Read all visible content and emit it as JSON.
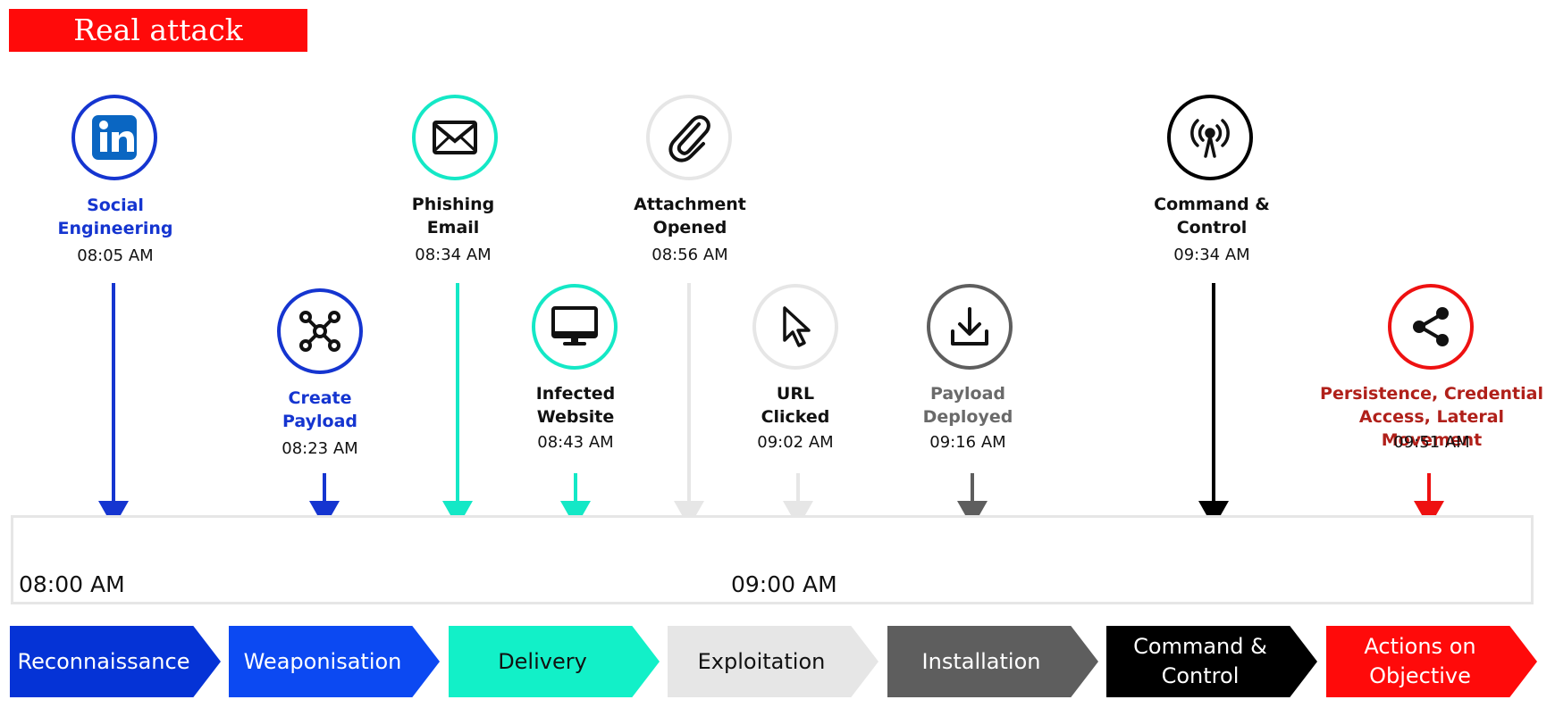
{
  "title": "Real attack example",
  "events": [
    {
      "label": "Social Engineering",
      "time": "08:05 AM",
      "icon": "linkedin-icon",
      "color": "#1535d0",
      "label_color": "#1535d0"
    },
    {
      "label": "Create Payload",
      "time": "08:23 AM",
      "icon": "network-node-icon",
      "color": "#1535d0",
      "label_color": "#1535d0"
    },
    {
      "label": "Phishing Email",
      "time": "08:34 AM",
      "icon": "envelope-icon",
      "color": "#14e8c6",
      "label_color": "#111111"
    },
    {
      "label": "Infected Website",
      "time": "08:43 AM",
      "icon": "monitor-icon",
      "color": "#14e8c6",
      "label_color": "#111111"
    },
    {
      "label": "Attachment Opened",
      "time": "08:56 AM",
      "icon": "paperclip-icon",
      "color": "#e6e6e6",
      "label_color": "#111111"
    },
    {
      "label": "URL Clicked",
      "time": "09:02 AM",
      "icon": "cursor-icon",
      "color": "#e6e6e6",
      "label_color": "#111111"
    },
    {
      "label": "Payload Deployed",
      "time": "09:16 AM",
      "icon": "download-icon",
      "color": "#5e5e5e",
      "label_color": "#6a6a6a"
    },
    {
      "label": "Command & Control",
      "time": "09:34 AM",
      "icon": "antenna-icon",
      "color": "#000000",
      "label_color": "#111111"
    },
    {
      "label": "Persistence, Credential Access, Lateral Movement",
      "time": "09:51 AM",
      "icon": "share-icon",
      "color": "#ee1111",
      "label_color": "#b0201a"
    }
  ],
  "timeline": {
    "start_label": "08:00 AM",
    "mid_label": "09:00 AM"
  },
  "phases": [
    {
      "label": "Reconnaissance",
      "color": "#0533d6",
      "text_color": "#ffffff"
    },
    {
      "label": "Weaponisation",
      "color": "#0c49f2",
      "text_color": "#ffffff"
    },
    {
      "label": "Delivery",
      "color": "#12f0c8",
      "text_color": "#111111"
    },
    {
      "label": "Exploitation",
      "color": "#e6e6e6",
      "text_color": "#111111"
    },
    {
      "label": "Installation",
      "color": "#5e5e5e",
      "text_color": "#ffffff"
    },
    {
      "label": "Command & Control",
      "color": "#000000",
      "text_color": "#ffffff"
    },
    {
      "label": "Actions on Objective",
      "color": "#ff0a0a",
      "text_color": "#ffffff"
    }
  ]
}
